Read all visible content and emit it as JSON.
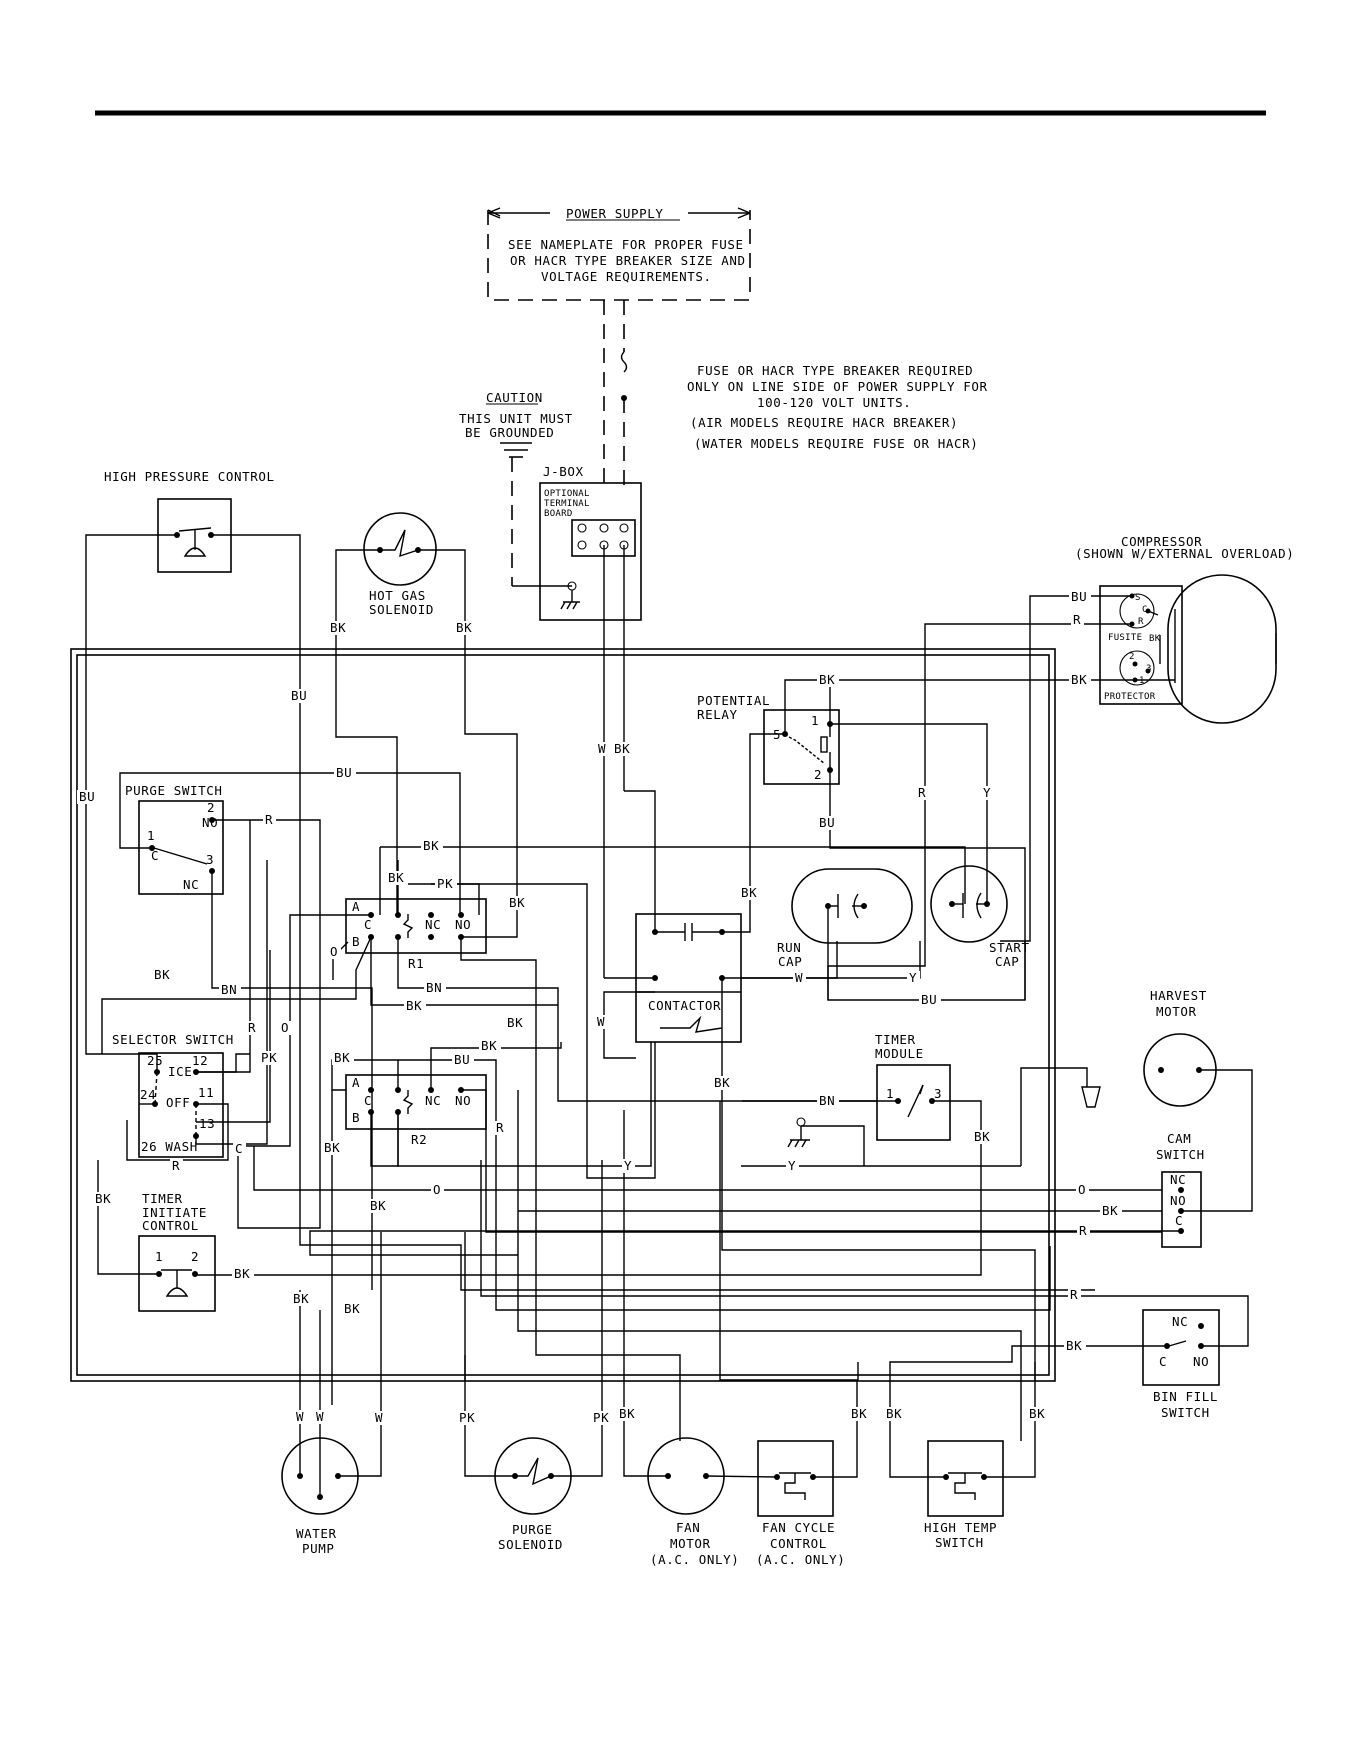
{
  "power_supply": {
    "title": "POWER SUPPLY",
    "notes": [
      "SEE NAMEPLATE FOR PROPER FUSE",
      "OR HACR TYPE BREAKER SIZE AND",
      "VOLTAGE REQUIREMENTS."
    ]
  },
  "fuse_note": [
    "FUSE OR HACR TYPE BREAKER REQUIRED",
    "ONLY ON LINE SIDE OF POWER SUPPLY FOR",
    "100-120 VOLT UNITS.",
    "(AIR MODELS REQUIRE HACR BREAKER)",
    "(WATER MODELS REQUIRE FUSE OR HACR)"
  ],
  "caution": {
    "title": "CAUTION",
    "lines": [
      "THIS UNIT MUST",
      "BE GROUNDED"
    ]
  },
  "jbox": {
    "label": "J-BOX",
    "board": [
      "OPTIONAL",
      "TERMINAL",
      "BOARD"
    ]
  },
  "components": {
    "high_pressure_control": "HIGH PRESSURE CONTROL",
    "hot_gas_solenoid": [
      "HOT GAS",
      "SOLENOID"
    ],
    "compressor": [
      "COMPRESSOR",
      "(SHOWN W/EXTERNAL OVERLOAD)"
    ],
    "compressor_terminals": {
      "s": "S",
      "c": "C",
      "r": "R",
      "fusite": "FUSITE",
      "bk": "BK",
      "p2": "2",
      "p3": "3",
      "p1": "1",
      "protector": "PROTECTOR"
    },
    "potential_relay": [
      "POTENTIAL",
      "RELAY"
    ],
    "relay_pins": {
      "p5": "5",
      "p1": "1",
      "p2": "2"
    },
    "purge_switch": "PURGE SWITCH",
    "purge_pins": {
      "p1": "1",
      "c": "C",
      "p2": "2",
      "no": "NO",
      "p3": "3",
      "nc": "NC"
    },
    "relay_r1": "R1",
    "relay_r2": "R2",
    "relay_contacts": {
      "a": "A",
      "c": "C",
      "b": "B",
      "nc": "NC",
      "no": "NO"
    },
    "run_cap": [
      "RUN",
      "CAP"
    ],
    "start_cap": [
      "START",
      "CAP"
    ],
    "contactor": "CONTACTOR",
    "selector_switch": "SELECTOR SWITCH",
    "selector_pins": {
      "p25": "25",
      "ice": "ICE",
      "p12": "12",
      "p24": "24",
      "off": "OFF",
      "p11": "11",
      "p13": "13",
      "wash": "26 WASH"
    },
    "harvest_motor": [
      "HARVEST",
      "MOTOR"
    ],
    "timer_module": [
      "TIMER",
      "MODULE"
    ],
    "timer_pins": {
      "p1": "1",
      "p3": "3"
    },
    "cam_switch": [
      "CAM",
      "SWITCH"
    ],
    "cam_pins": {
      "nc": "NC",
      "no": "NO",
      "c": "C"
    },
    "timer_initiate": [
      "TIMER",
      "INITIATE",
      "CONTROL"
    ],
    "tic_pins": {
      "p1": "1",
      "p2": "2"
    },
    "bin_fill_switch": [
      "BIN FILL",
      "SWITCH"
    ],
    "bin_pins": {
      "nc": "NC",
      "c": "C",
      "no": "NO"
    },
    "water_pump": [
      "WATER",
      "PUMP"
    ],
    "purge_solenoid": [
      "PURGE",
      "SOLENOID"
    ],
    "fan_motor": [
      "FAN",
      "MOTOR",
      "(A.C. ONLY)"
    ],
    "fan_cycle_control": [
      "FAN CYCLE",
      "CONTROL",
      "(A.C. ONLY)"
    ],
    "high_temp_switch": [
      "HIGH TEMP",
      "SWITCH"
    ]
  },
  "wire_labels": [
    {
      "id": "hgs-l",
      "text": "BK"
    },
    {
      "id": "hgs-r",
      "text": "BK"
    },
    {
      "id": "hpc-bu",
      "text": "BU"
    },
    {
      "id": "ps-w",
      "text": "W"
    },
    {
      "id": "ps-bk",
      "text": "BK"
    },
    {
      "id": "comp-bu",
      "text": "BU"
    },
    {
      "id": "comp-r",
      "text": "R"
    },
    {
      "id": "comp-bk",
      "text": "BK"
    },
    {
      "id": "pr-bk",
      "text": "BK"
    },
    {
      "id": "pr-bu",
      "text": "BU"
    },
    {
      "id": "pr-r",
      "text": "R"
    },
    {
      "id": "pr-y",
      "text": "Y"
    },
    {
      "id": "bu-top",
      "text": "BU"
    },
    {
      "id": "bu-left",
      "text": "BU"
    },
    {
      "id": "pg-r",
      "text": "R"
    },
    {
      "id": "bk-mid",
      "text": "BK"
    },
    {
      "id": "bk-r1a",
      "text": "BK"
    },
    {
      "id": "pk-r1",
      "text": "PK"
    },
    {
      "id": "bk-r1b",
      "text": "BK"
    },
    {
      "id": "bk-cont",
      "text": "BK"
    },
    {
      "id": "o-r1",
      "text": "O"
    },
    {
      "id": "bk-left",
      "text": "BK"
    },
    {
      "id": "bn-1",
      "text": "BN"
    },
    {
      "id": "bn-2",
      "text": "BN"
    },
    {
      "id": "bk-3",
      "text": "BK"
    },
    {
      "id": "w-rc",
      "text": "W"
    },
    {
      "id": "y-rc",
      "text": "Y"
    },
    {
      "id": "bu-rc",
      "text": "BU"
    },
    {
      "id": "w-cont",
      "text": "W"
    },
    {
      "id": "bk-4",
      "text": "BK"
    },
    {
      "id": "bk-5",
      "text": "BK"
    },
    {
      "id": "r-sel",
      "text": "R"
    },
    {
      "id": "o-sel",
      "text": "O"
    },
    {
      "id": "pk-sel",
      "text": "PK"
    },
    {
      "id": "bk-r2",
      "text": "BK"
    },
    {
      "id": "bu-r2",
      "text": "BU"
    },
    {
      "id": "bk-cont2",
      "text": "BK"
    },
    {
      "id": "bn-tm",
      "text": "BN"
    },
    {
      "id": "r-r2",
      "text": "R"
    },
    {
      "id": "c-sel",
      "text": "C"
    },
    {
      "id": "r-sel2",
      "text": "R"
    },
    {
      "id": "bk-r2b",
      "text": "BK"
    },
    {
      "id": "y-1",
      "text": "Y"
    },
    {
      "id": "y-2",
      "text": "Y"
    },
    {
      "id": "bk-tm",
      "text": "BK"
    },
    {
      "id": "o-cam",
      "text": "O"
    },
    {
      "id": "o-cam2",
      "text": "O"
    },
    {
      "id": "bk-tic",
      "text": "BK"
    },
    {
      "id": "bk-6",
      "text": "BK"
    },
    {
      "id": "bk-cam",
      "text": "BK"
    },
    {
      "id": "r-cam",
      "text": "R"
    },
    {
      "id": "bk-tic2",
      "text": "BK"
    },
    {
      "id": "bk-7",
      "text": "BK"
    },
    {
      "id": "bk-8",
      "text": "BK"
    },
    {
      "id": "r-bin",
      "text": "R"
    },
    {
      "id": "bk-bin",
      "text": "BK"
    },
    {
      "id": "w-1",
      "text": "W"
    },
    {
      "id": "w-2",
      "text": "W"
    },
    {
      "id": "w-3",
      "text": "W"
    },
    {
      "id": "pk-1",
      "text": "PK"
    },
    {
      "id": "pk-2",
      "text": "PK"
    },
    {
      "id": "bk-9",
      "text": "BK"
    },
    {
      "id": "bk-10",
      "text": "BK"
    },
    {
      "id": "bk-11",
      "text": "BK"
    },
    {
      "id": "bk-12",
      "text": "BK"
    }
  ]
}
